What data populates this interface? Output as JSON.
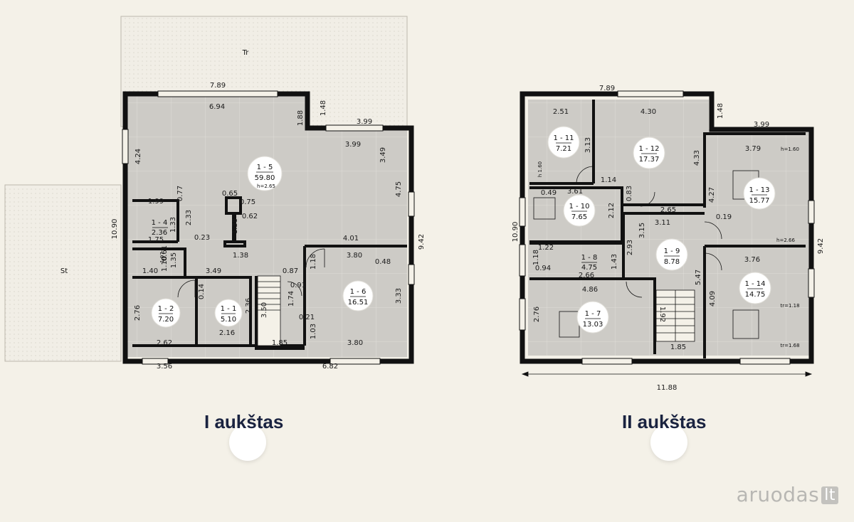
{
  "floor1": {
    "label": "I aukštas",
    "outdoor": {
      "terrace": "Tr",
      "stairs_area": "St"
    },
    "rooms": [
      {
        "id": "1 - 5",
        "area": "59.80",
        "note": "h=2.65"
      },
      {
        "id": "1 - 4",
        "area": "2.36"
      },
      {
        "id": "1 - 2",
        "area": "7.20"
      },
      {
        "id": "1 - 1",
        "area": "5.10"
      },
      {
        "id": "1 - 6",
        "area": "16.51"
      }
    ],
    "dims": {
      "top_width": "7.89",
      "inner_top": "6.94",
      "step_v1": "1.48",
      "step_v2": "1.88",
      "right_top": "3.99",
      "inner_right": "3.99",
      "v_349": "3.49",
      "left_424": "4.24",
      "side_1090": "10.90",
      "v_475": "4.75",
      "side_942": "9.42",
      "d_199": "1.99",
      "d_077": "0.77",
      "d_233": "2.33",
      "d_133": "1.33",
      "d_175": "1.75",
      "d_023": "0.23",
      "d_065": "0.65",
      "d_075": "0.75",
      "d_062": "0.62",
      "d_138v": "1.38",
      "d_138h": "1.38",
      "d_401": "4.01",
      "d_061": "0.61",
      "d_110": "1.10",
      "d_135": "1.35",
      "d_140": "1.40",
      "d_349b": "3.49",
      "d_087": "0.87",
      "d_118": "1.18",
      "d_380": "3.80",
      "d_048": "0.48",
      "d_014": "0.14",
      "d_236": "2.36",
      "d_350": "3.50",
      "d_091": "0.91",
      "d_174": "1.74",
      "d_333": "3.33",
      "d_276": "2.76",
      "d_021": "0.21",
      "d_103": "1.03",
      "d_216": "2.16",
      "d_262": "2.62",
      "d_185": "1.85",
      "d_380b": "3.80",
      "d_356": "3.56",
      "d_682": "6.82",
      "d_097": "1.97"
    }
  },
  "floor2": {
    "label": "II aukštas",
    "rooms": [
      {
        "id": "1 - 11",
        "area": "7.21"
      },
      {
        "id": "1 - 12",
        "area": "17.37"
      },
      {
        "id": "1 - 13",
        "area": "15.77"
      },
      {
        "id": "1 - 10",
        "area": "7.65"
      },
      {
        "id": "1 - 9",
        "area": "8.78"
      },
      {
        "id": "1 - 8",
        "area": "4.75"
      },
      {
        "id": "1 - 14",
        "area": "14.75"
      },
      {
        "id": "1 - 7",
        "area": "13.03"
      }
    ],
    "dims": {
      "top_width": "7.89",
      "step_v": "1.48",
      "right_top": "3.99",
      "d_251": "2.51",
      "d_430": "4.30",
      "d_313": "3.13",
      "d_433": "4.33",
      "d_379": "3.79",
      "h_160": "h=1.60",
      "h_160v": "h 1.60",
      "d_114": "1.14",
      "d_083": "0.83",
      "d_427": "4.27",
      "d_049": "0.49",
      "d_361": "3.61",
      "d_212": "2.12",
      "d_265": "2.65",
      "d_311": "3.11",
      "d_019": "0.19",
      "side_1090": "10.90",
      "side_942": "9.42",
      "d_315": "3.15",
      "h_266": "h=2.66",
      "d_122": "1.22",
      "d_118": "1.18",
      "d_094": "0.94",
      "d_143": "1.43",
      "d_266": "2.66",
      "d_293": "2.93",
      "d_547": "5.47",
      "d_376": "3.76",
      "d_486": "4.86",
      "d_276": "2.76",
      "d_192": "1.92",
      "d_409": "4.09",
      "tr_118": "tr=1.18",
      "tr_168": "tr=1.68",
      "d_185": "1.85",
      "total": "11.88"
    }
  },
  "brand": {
    "name": "aruodas",
    "suffix": "lt"
  },
  "colors": {
    "background": "#f4f1e8",
    "wall": "#111111",
    "floor": "#cfcdc8",
    "label": "#1a2340"
  }
}
